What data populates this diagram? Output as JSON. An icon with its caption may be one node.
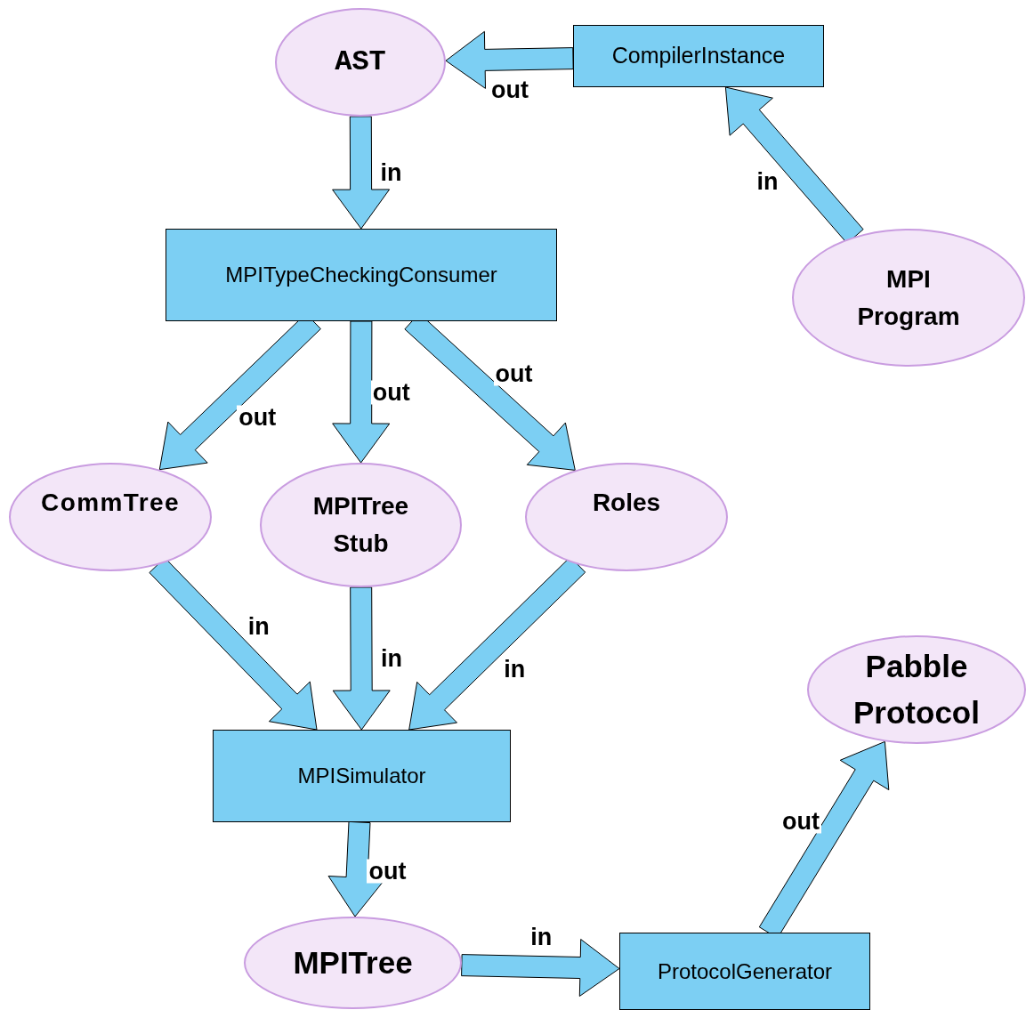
{
  "diagram": {
    "nodes": [
      {
        "text": [
          "AST"
        ]
      },
      {
        "text": [
          "CompilerInstance"
        ]
      },
      {
        "text": [
          "MPI Program"
        ]
      },
      {
        "text": [
          "MPITypeCheckingConsumer"
        ]
      },
      {
        "text": [
          "CommTree"
        ]
      },
      {
        "text": [
          "MPITree Stub"
        ]
      },
      {
        "text": [
          "Roles"
        ]
      },
      {
        "text": [
          "MPISimulator"
        ]
      },
      {
        "text": [
          "Pabble Protocol"
        ]
      },
      {
        "text": [
          "MPITree"
        ]
      },
      {
        "text": [
          "ProtocolGenerator"
        ]
      }
    ],
    "edges": [
      {
        "from": 1,
        "to": 0,
        "arrow": "to",
        "label": "out"
      },
      {
        "from": 2,
        "to": 1,
        "arrow": "to",
        "label": "in"
      },
      {
        "from": 0,
        "to": 3,
        "arrow": "to",
        "label": "in"
      },
      {
        "from": 3,
        "to": 4,
        "arrow": "to",
        "label": "out"
      },
      {
        "from": 3,
        "to": 5,
        "arrow": "to",
        "label": "out"
      },
      {
        "from": 3,
        "to": 6,
        "arrow": "to",
        "label": "out"
      },
      {
        "from": 4,
        "to": 7,
        "arrow": "to",
        "label": "in"
      },
      {
        "from": 5,
        "to": 7,
        "arrow": "to",
        "label": "in"
      },
      {
        "from": 6,
        "to": 7,
        "arrow": "to",
        "label": "in"
      },
      {
        "from": 7,
        "to": 9,
        "arrow": "to",
        "label": "out"
      },
      {
        "from": 9,
        "to": 10,
        "arrow": "to",
        "label": "in"
      },
      {
        "from": 10,
        "to": 8,
        "arrow": "to",
        "label": "out"
      }
    ]
  }
}
